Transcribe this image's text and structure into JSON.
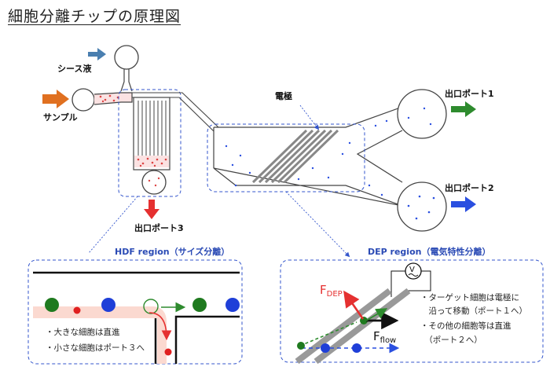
{
  "title": "細胞分離チップの原理図",
  "labels": {
    "sheath": "シース液",
    "sample": "サンプル",
    "electrode": "電極",
    "outlet1": "出口ポート1",
    "outlet2": "出口ポート2",
    "outlet3": "出口ポート3"
  },
  "hdf": {
    "title": "HDF region（サイズ分離）",
    "note1": "・大きな細胞は直進",
    "note2": "・小さな細胞はポート３へ"
  },
  "dep": {
    "title": "DEP region（電気特性分離）",
    "note1a": "・ターゲット細胞は電極に",
    "note1b": "　沿って移動（ポート１へ）",
    "note2a": "・その他の細胞等は直進",
    "note2b": "　（ポート２へ）",
    "f_dep_main": "F",
    "f_dep_sub": "DEP",
    "f_flow_main": "F",
    "f_flow_sub": "flow",
    "ac_symbol": "V"
  },
  "colors": {
    "title_text": "#222222",
    "region_text": "#2b4bb5",
    "dashed_border": "#3355cc",
    "green_arrow": "#2e8b2e",
    "blue_arrow": "#2a4fe0",
    "red_arrow": "#e53030",
    "orange_arrow": "#e07020",
    "steel_arrow": "#4a7fb0",
    "green_cell": "#1f7a1f",
    "blue_cell": "#1f3fd8",
    "red_cell": "#e02020"
  }
}
